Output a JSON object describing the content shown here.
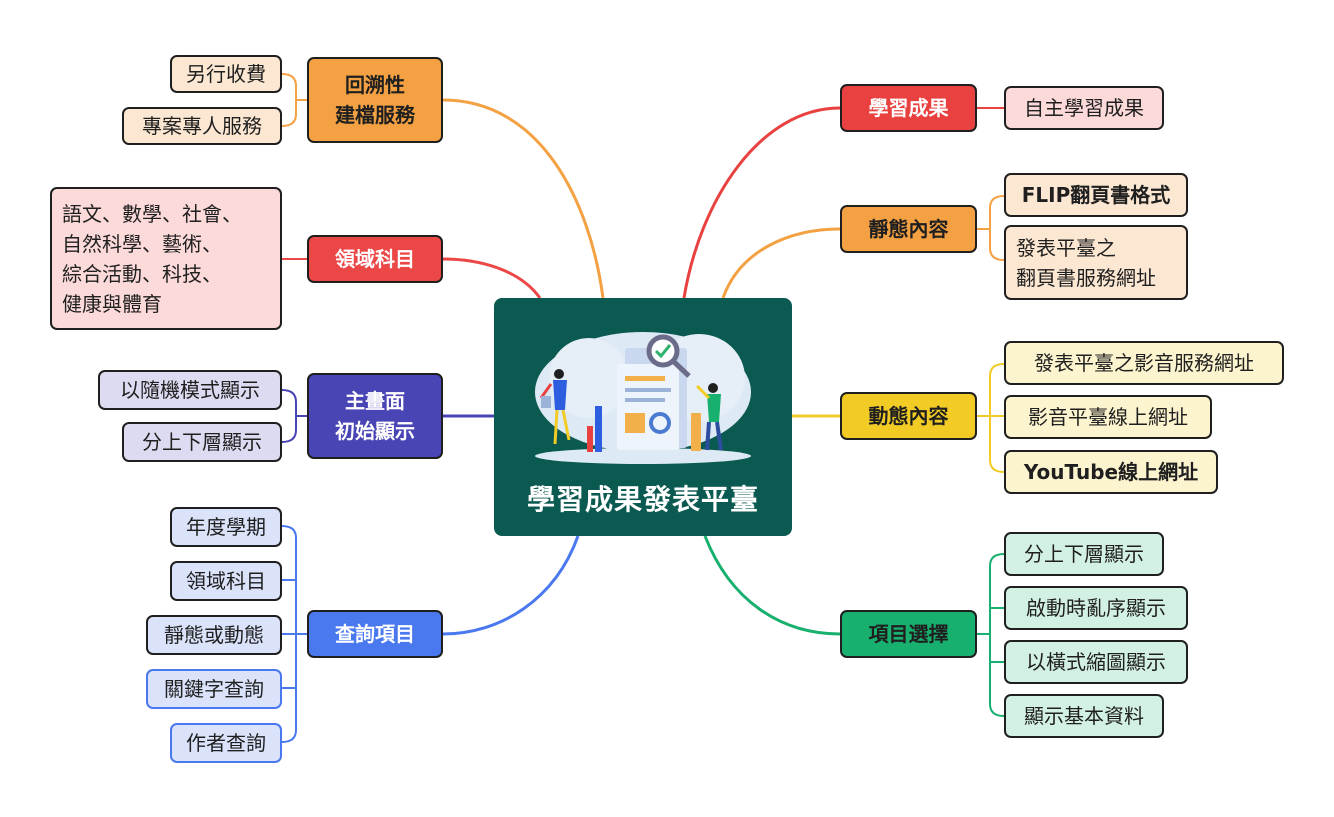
{
  "center": {
    "title": "學習成果發表平臺"
  },
  "branches": {
    "retro": {
      "label": "回溯性\n建檔服務",
      "color": "#f4a143",
      "leaves": [
        "另行收費",
        "專案專人服務"
      ]
    },
    "domain": {
      "label": "領域科目",
      "color": "#ec4747",
      "leaves": [
        "語文、數學、社會、\n自然科學、藝術、\n綜合活動、科技、\n健康與體育"
      ]
    },
    "home": {
      "label": "主畫面\n初始顯示",
      "color": "#4a45b5",
      "leaves": [
        "以隨機模式顯示",
        "分上下層顯示"
      ]
    },
    "query": {
      "label": "查詢項目",
      "color": "#4a78ef",
      "leaves": [
        "年度學期",
        "領域科目",
        "靜態或動態",
        "關鍵字查詢",
        "作者查詢"
      ]
    },
    "results": {
      "label": "學習成果",
      "color": "#e8413f",
      "leaves": [
        "自主學習成果"
      ]
    },
    "static": {
      "label": "靜態內容",
      "color": "#f4a143",
      "leaves": [
        "FLIP翻頁書格式",
        "發表平臺之\n翻頁書服務網址"
      ]
    },
    "dynamic": {
      "label": "動態內容",
      "color": "#f2cb25",
      "leaves": [
        "發表平臺之影音服務網址",
        "影音平臺線上網址",
        "YouTube線上網址"
      ]
    },
    "select": {
      "label": "項目選擇",
      "color": "#18b06e",
      "leaves": [
        "分上下層顯示",
        "啟動時亂序顯示",
        "以橫式縮圖顯示",
        "顯示基本資料"
      ]
    }
  }
}
